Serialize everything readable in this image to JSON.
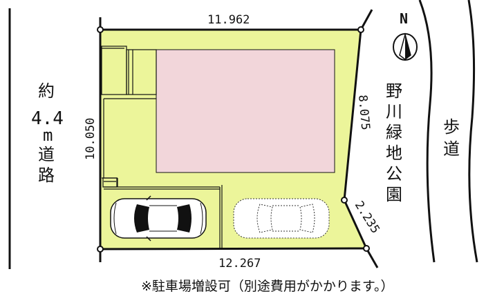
{
  "dimensions": {
    "top": "11.962",
    "bottom": "12.267",
    "left": "10.050",
    "right_upper": "8.075",
    "right_lower": "2.235"
  },
  "road": {
    "line1": "約",
    "line2": "4.4",
    "line3": "m",
    "line4": "道",
    "line5": "路"
  },
  "park": {
    "chars": [
      "野",
      "川",
      "緑",
      "地",
      "公",
      "園"
    ]
  },
  "sidewalk": {
    "chars": [
      "歩",
      "道"
    ]
  },
  "compass": {
    "label": "N"
  },
  "note": "※駐車場増設可（別途費用がかかります。）",
  "colors": {
    "lot": "#ecf59a",
    "building": "#f2d6da",
    "line": "#111111"
  }
}
